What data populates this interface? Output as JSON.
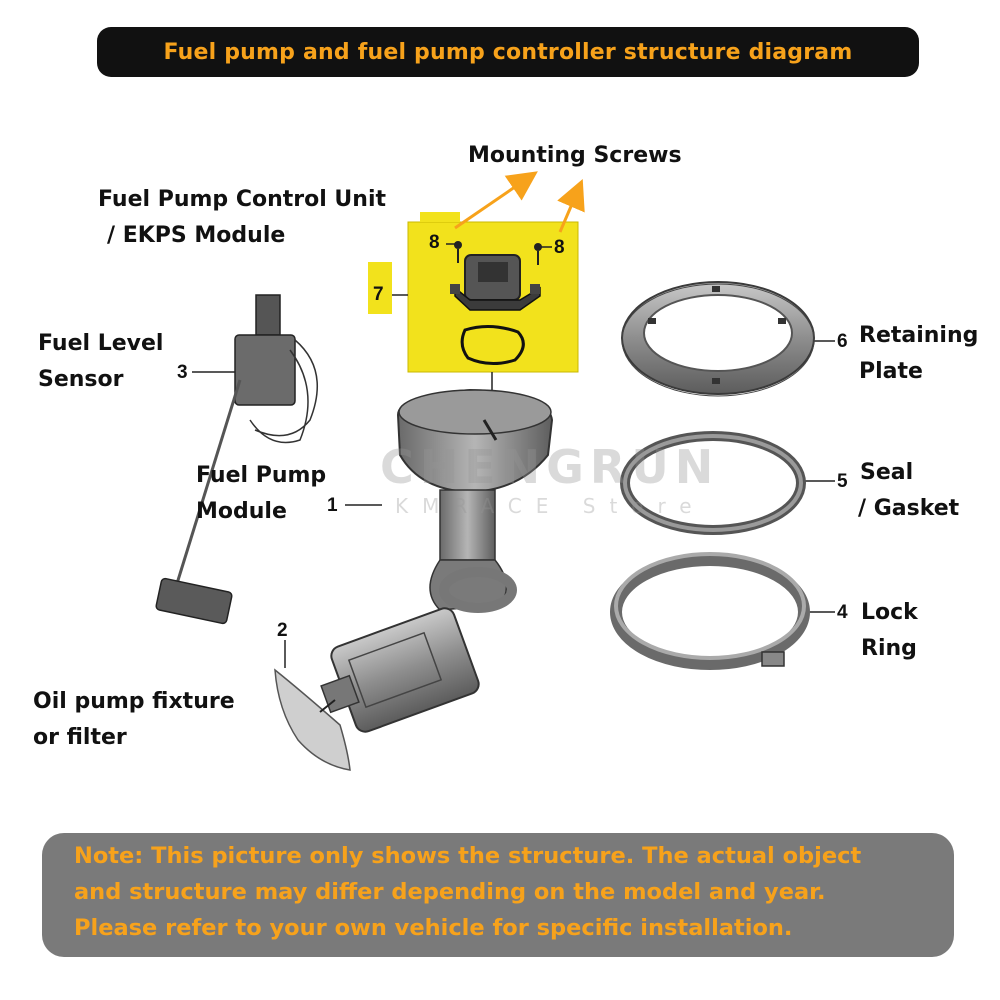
{
  "title": "Fuel pump and fuel pump controller structure diagram",
  "labels": {
    "mounting_screws": "Mounting Screws",
    "control_unit_line1": "Fuel Pump Control Unit",
    "control_unit_line2": "/ EKPS Module",
    "fuel_level_line1": "Fuel Level",
    "fuel_level_line2": "Sensor",
    "pump_module_line1": "Fuel Pump",
    "pump_module_line2": "Module",
    "fixture_line1": "Oil pump fixture",
    "fixture_line2": "or filter",
    "retaining_line1": "Retaining",
    "retaining_line2": "Plate",
    "seal_line1": "Seal",
    "seal_line2": "/ Gasket",
    "lock_line1": "Lock",
    "lock_line2": "Ring"
  },
  "part_numbers": {
    "module": "1",
    "filter": "2",
    "sensor": "3",
    "lock_ring": "4",
    "seal": "5",
    "plate": "6",
    "control_unit": "7",
    "screw_left": "8",
    "screw_right": "8"
  },
  "watermark": {
    "line1": "CHENGRUN",
    "line2": "KMRACE Store"
  },
  "note": {
    "line1": "Note: This picture only shows the structure. The actual object",
    "line2": "and structure may differ depending on the model and year.",
    "line3": "Please refer to your own vehicle for specific installation."
  },
  "colors": {
    "accent_orange": "#f7a21b",
    "highlight_yellow": "#f2e21c",
    "title_bar": "#111111",
    "note_box": "#7a7a7a"
  }
}
